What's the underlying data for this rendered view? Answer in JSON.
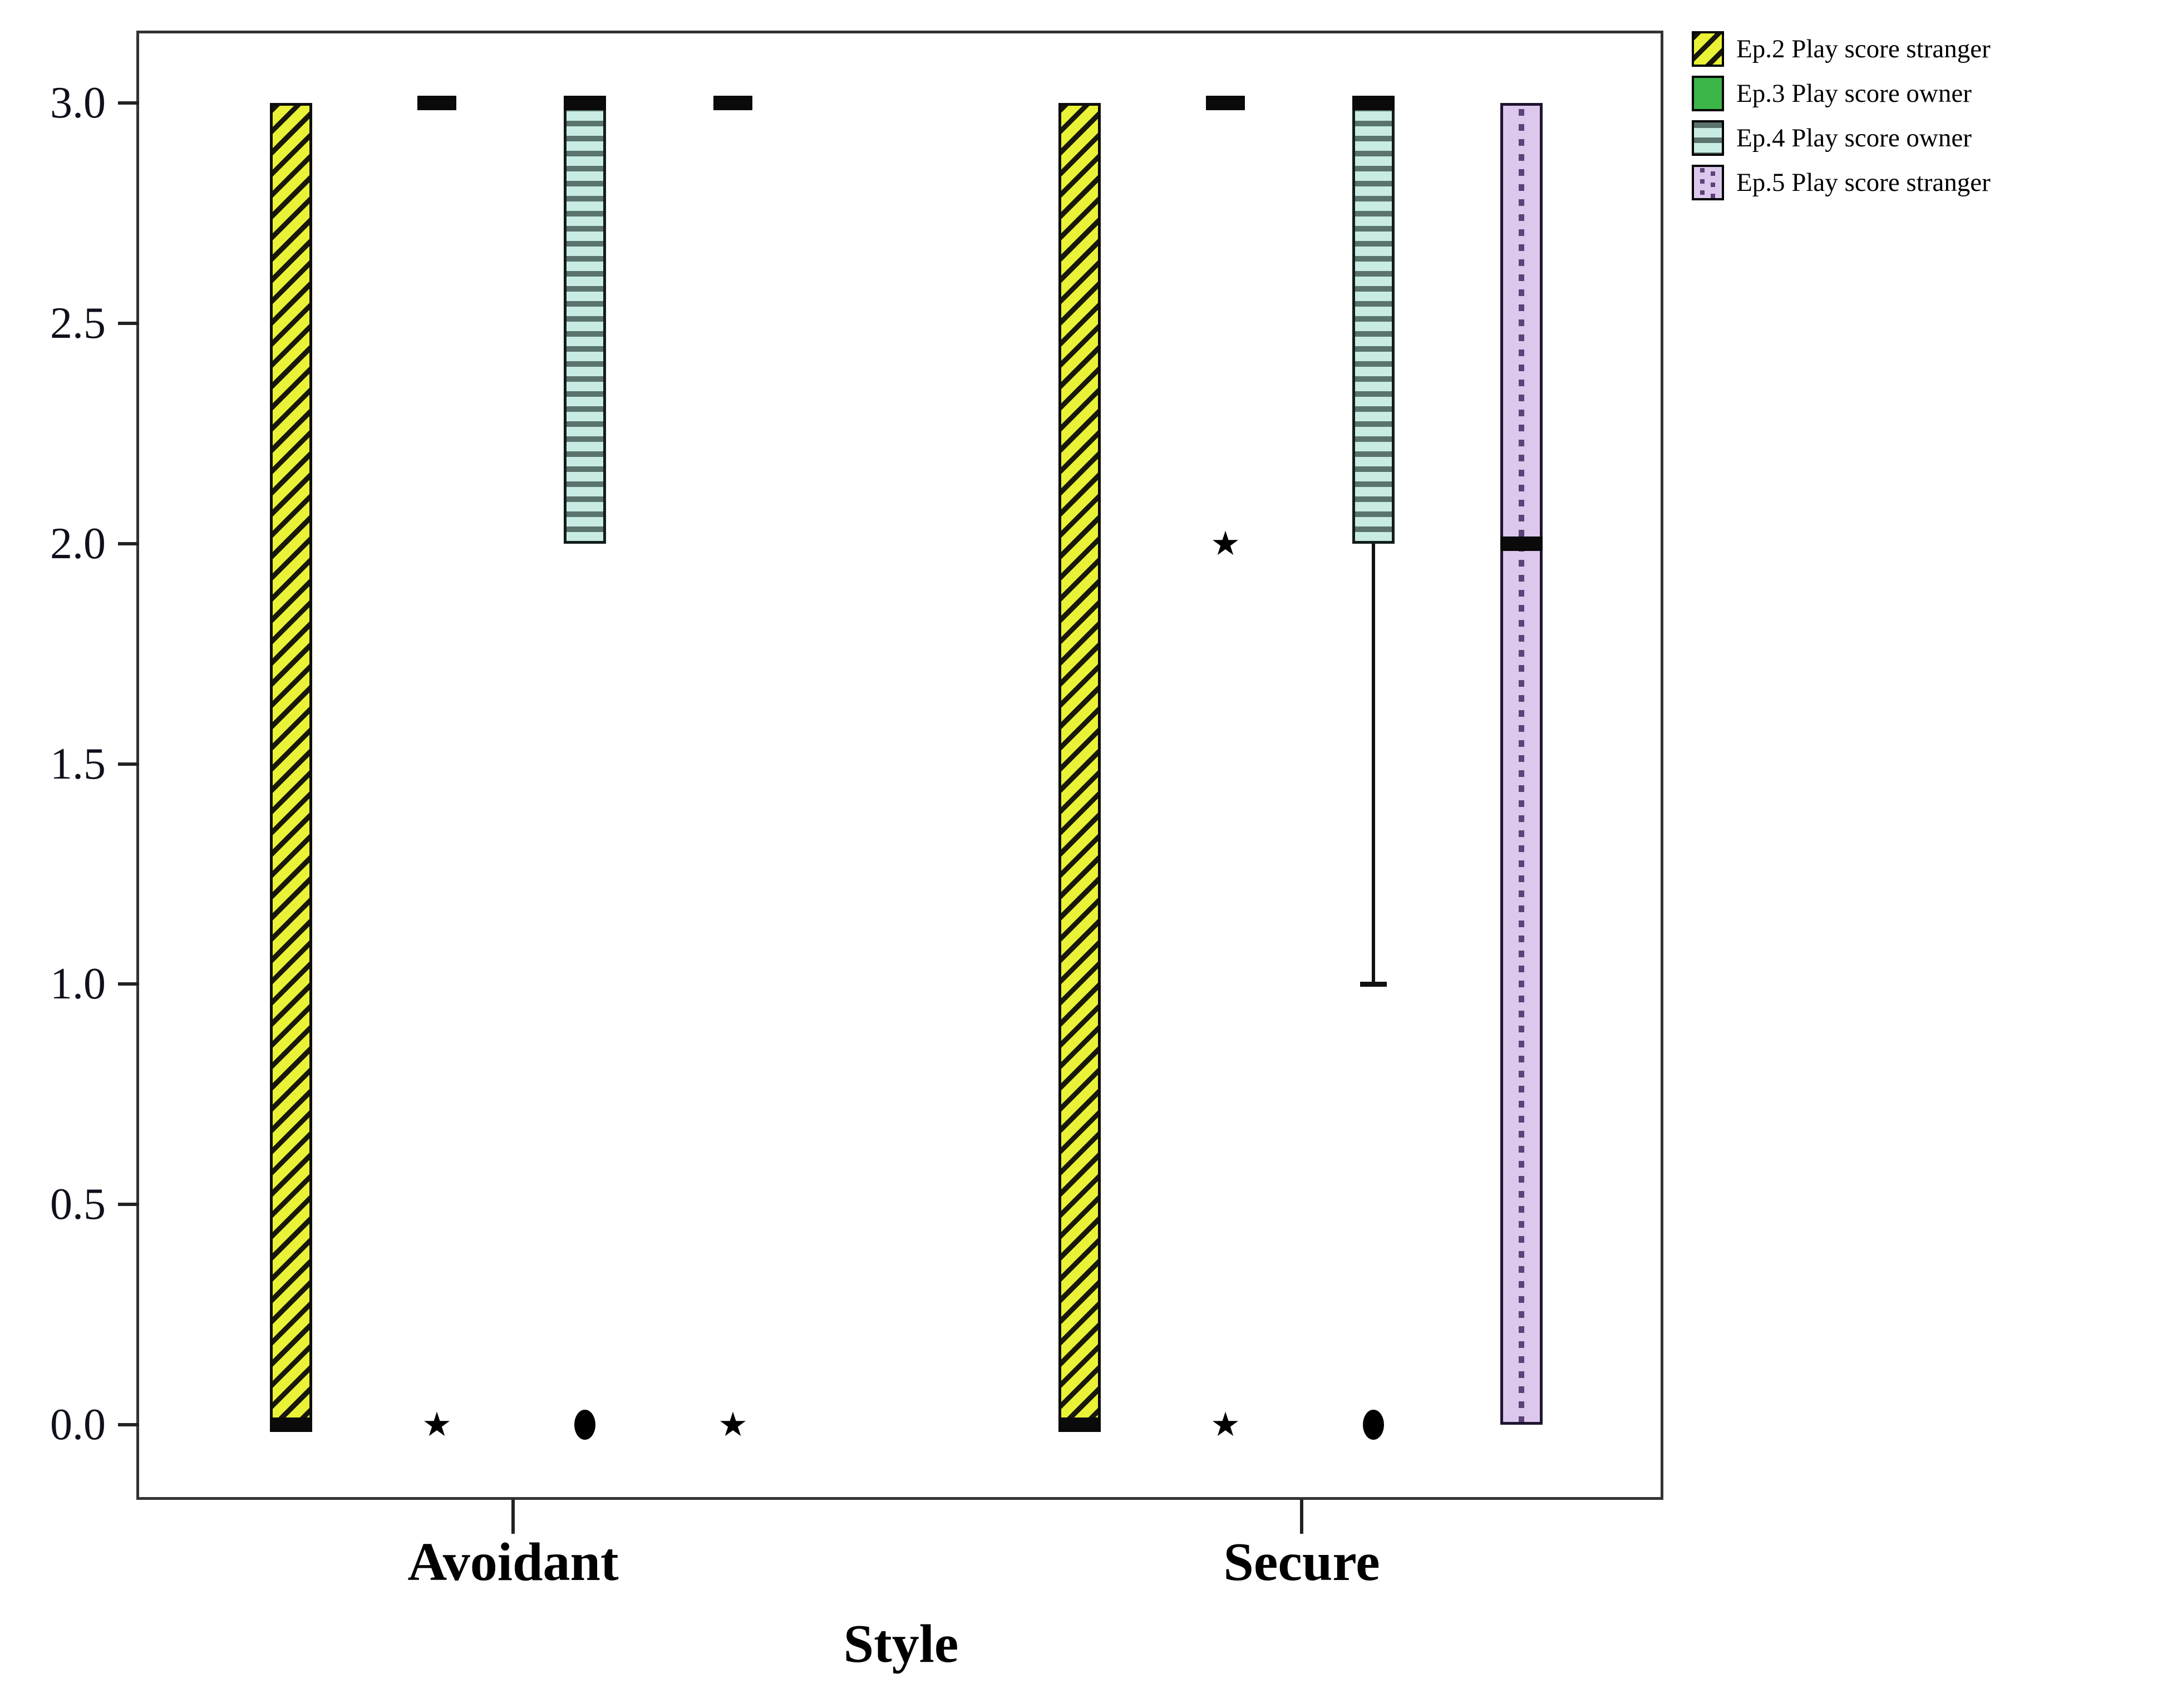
{
  "chart_data": {
    "type": "boxplot",
    "title": "",
    "xlabel": "Style",
    "ylabel": "",
    "ylim": [
      0,
      3
    ],
    "ytick_labels": [
      "3.0",
      "2.5",
      "2.0",
      "1.5",
      "1.0",
      "0.5",
      "0.0"
    ],
    "categories": [
      "Avoidant",
      "Secure"
    ],
    "legend_position": "top-right",
    "grid": false,
    "marker_glyphs": {
      "star": "★"
    },
    "series": [
      {
        "name": "Ep.2 Play score stranger",
        "pattern": "diagonal-hatch",
        "fill": "#e9f236"
      },
      {
        "name": "Ep.3 Play score owner",
        "pattern": "solid",
        "fill": "#3cb549"
      },
      {
        "name": "Ep.4 Play score owner",
        "pattern": "horizontal-stripes",
        "fill": "#c8ece3"
      },
      {
        "name": "Ep.5 Play score stranger",
        "pattern": "dotted",
        "fill": "#dbc8ec"
      }
    ],
    "boxes": [
      {
        "category": "Avoidant",
        "series": "Ep.2 Play score stranger",
        "q1": 0,
        "median": 0,
        "q3": 3,
        "outliers": []
      },
      {
        "category": "Avoidant",
        "series": "Ep.3 Play score owner",
        "q1": 3,
        "median": 3,
        "q3": 3,
        "outliers": [
          {
            "type": "star",
            "value": 0
          }
        ]
      },
      {
        "category": "Avoidant",
        "series": "Ep.4 Play score owner",
        "q1": 2,
        "median": 3,
        "q3": 3,
        "outliers": [
          {
            "type": "circle",
            "value": 0
          }
        ]
      },
      {
        "category": "Avoidant",
        "series": "Ep.5 Play score stranger",
        "q1": 3,
        "median": 3,
        "q3": 3,
        "outliers": [
          {
            "type": "star",
            "value": 0
          }
        ]
      },
      {
        "category": "Secure",
        "series": "Ep.2 Play score stranger",
        "q1": 0,
        "median": 0,
        "q3": 3,
        "outliers": []
      },
      {
        "category": "Secure",
        "series": "Ep.3 Play score owner",
        "q1": 3,
        "median": 3,
        "q3": 3,
        "outliers": [
          {
            "type": "star",
            "value": 2
          },
          {
            "type": "star",
            "value": 0
          }
        ]
      },
      {
        "category": "Secure",
        "series": "Ep.4 Play score owner",
        "q1": 2,
        "median": 3,
        "q3": 3,
        "whisker_low": 1,
        "outliers": [
          {
            "type": "circle",
            "value": 0
          }
        ]
      },
      {
        "category": "Secure",
        "series": "Ep.5 Play score stranger",
        "q1": 0,
        "median": 2,
        "q3": 3,
        "outliers": []
      }
    ]
  }
}
